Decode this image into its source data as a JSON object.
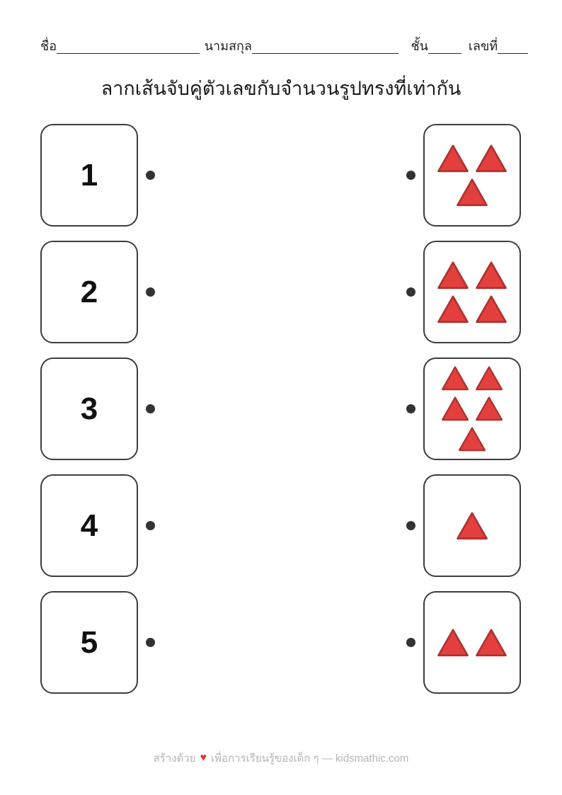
{
  "page": {
    "title": "ลากเส้นจับคู่ตัวเลขกับจำนวนรูปทรงที่เท่ากัน"
  },
  "header": {
    "name_label": "ชื่อ",
    "surname_label": "นามสกุล",
    "class_label": "ชั้น",
    "number_label": "เลขที่"
  },
  "colors": {
    "triangle_fill": "#e3403d",
    "triangle_stroke": "#b03230",
    "dot": "#333333",
    "card_border": "#3d3d3d",
    "heart": "#e53935",
    "footer_text": "#b5b5b5"
  },
  "rows": [
    {
      "number": "1",
      "shapes": {
        "shape": "triangle",
        "count": 3,
        "row_pattern": [
          2,
          1
        ],
        "size": 46
      }
    },
    {
      "number": "2",
      "shapes": {
        "shape": "triangle",
        "count": 4,
        "row_pattern": [
          2,
          2
        ],
        "size": 46
      }
    },
    {
      "number": "3",
      "shapes": {
        "shape": "triangle",
        "count": 5,
        "row_pattern": [
          2,
          2,
          1
        ],
        "size": 40
      }
    },
    {
      "number": "4",
      "shapes": {
        "shape": "triangle",
        "count": 1,
        "row_pattern": [
          1
        ],
        "size": 46
      }
    },
    {
      "number": "5",
      "shapes": {
        "shape": "triangle",
        "count": 2,
        "row_pattern": [
          2
        ],
        "size": 46
      }
    }
  ],
  "footer": {
    "text_before_heart": "สร้างด้วย",
    "heart_icon": "♥",
    "text_after_heart": "เพื่อการเรียนรู้ของเด็ก ๆ — kidsmathic.com"
  }
}
